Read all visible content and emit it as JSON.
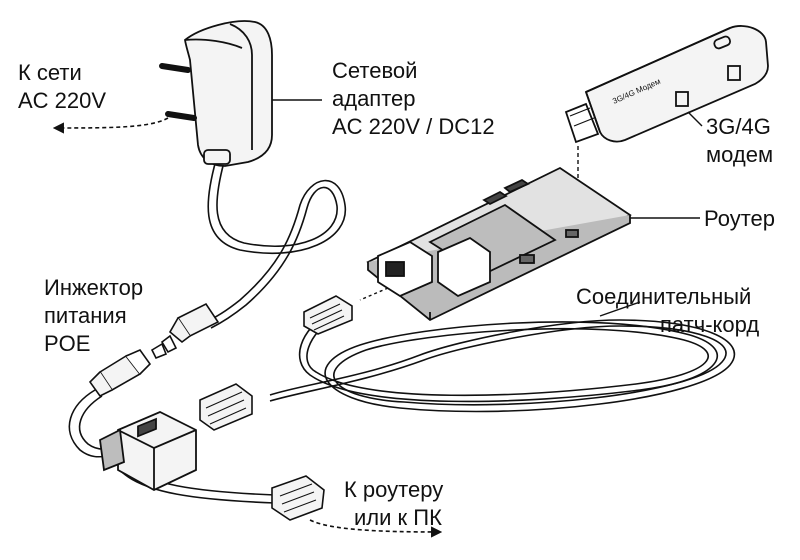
{
  "labels": {
    "mains": [
      "К сети",
      "AC 220V"
    ],
    "adapter": [
      "Сетевой",
      "адаптер",
      "AC 220V / DC12"
    ],
    "modem": [
      "3G/4G",
      "модем"
    ],
    "modem_print": "3G/4G Модем",
    "router": "Роутер",
    "injector": [
      "Инжектор",
      "питания",
      "POE"
    ],
    "patch": [
      "Соединительный",
      "патч-корд"
    ],
    "to_router": [
      "К роутеру",
      "или к ПК"
    ]
  },
  "colors": {
    "line": "#111111",
    "cable_fill": "#f4f4f4",
    "board_fill": "#e2e2e2",
    "module_fill": "#bdbdbd",
    "port_fill": "#ffffff",
    "background": "#ffffff"
  }
}
